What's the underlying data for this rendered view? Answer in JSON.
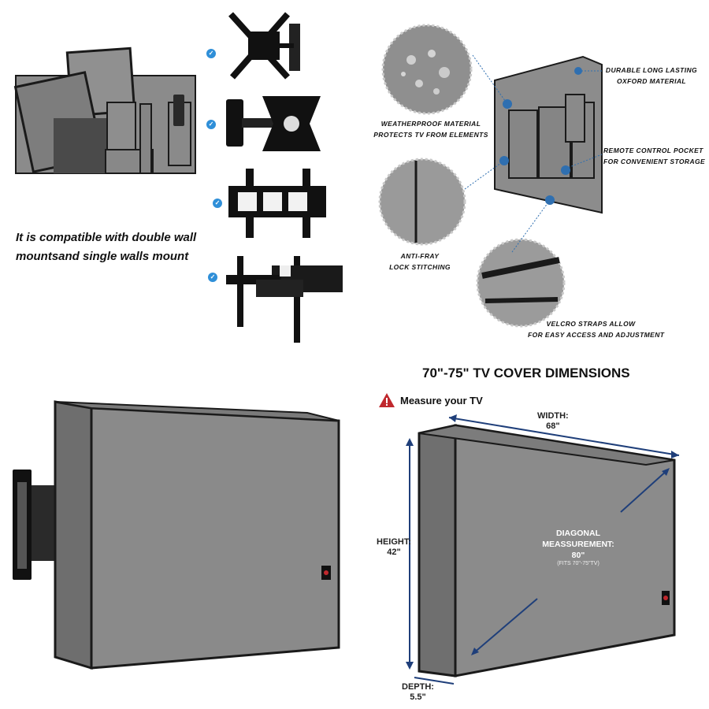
{
  "compatibility": {
    "caption_line1": "It is compatible with double wall",
    "caption_line2": "mountsand single walls mount",
    "mount_icons": [
      "check-icon",
      "check-icon",
      "check-icon",
      "check-icon"
    ]
  },
  "features": {
    "weatherproof_line1": "WEATHERPROOF MATERIAL",
    "weatherproof_line2": "PROTECTS TV FROM ELEMENTS",
    "durable_line1": "DURABLE LONG  LASTING",
    "durable_line2": "OXFORD MATERIAL",
    "remote_line1": "REMOTE CONTROL POCKET",
    "remote_line2": "FOR CONVENIENT STORAGE",
    "antifray_line1": "ANTI-FRAY",
    "antifray_line2": "LOCK STITCHING",
    "velcro_line1": "VELCRO  STRAPS  ALLOW",
    "velcro_line2": "FOR EASY ACCESS AND  ADJUSTMENT"
  },
  "dimensions": {
    "title": "70\"-75\" TV COVER DIMENSIONS",
    "measure_label": "Measure your TV",
    "width_label": "WIDTH:",
    "width_value": "68\"",
    "height_label": "HEIGHT:",
    "height_value": "42\"",
    "depth_label": "DEPTH:",
    "depth_value": "5.5\"",
    "diagonal_line1": "DIAGONAL",
    "diagonal_line2": "MEASSUREMENT:",
    "diagonal_value": "80\"",
    "diagonal_note": "(FITS 70\"-75\"TV)"
  },
  "colors": {
    "cover_gray": "#8a8a8a",
    "cover_dark": "#6f6f6f",
    "piping": "#1a1a1a",
    "accent_blue": "#2f8fd8",
    "arrow_navy": "#1f3f7a",
    "warning_red": "#c0282d"
  }
}
